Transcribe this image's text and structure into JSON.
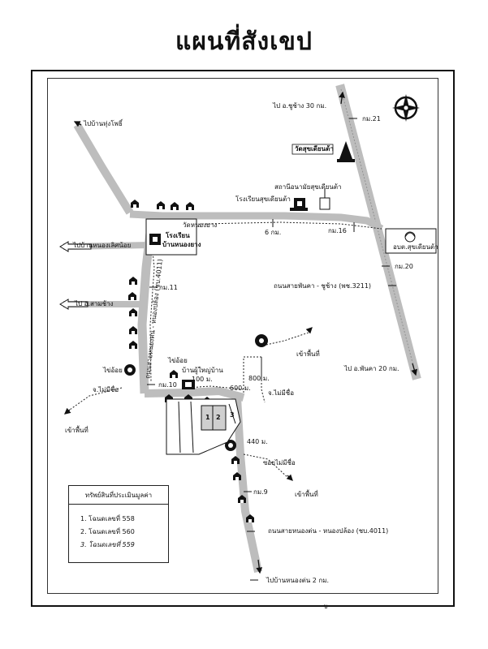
{
  "title": "แผนที่สังเขป",
  "labels": {
    "to_chu_chang": "ไป อ.ชูช้าง 30 กม.",
    "km21": "กม.21",
    "to_ban_thung_pho": "ไปบ้านทุ่งโพธิ์",
    "wat_sukdeetham": "วัดสุขเดียนต้า",
    "health_station": "สถานีอนามัยสุขเดียนต้า",
    "school_sukdeetham": "โรงเรียนสุขเดียนต้า",
    "wat_nong_yang": "วัดหนองยาง",
    "school_nong_yang_1": "โรงเรียน",
    "school_nong_yang_2": "บ้านหนองยาง",
    "dist_6km": "6 กม.",
    "km16": "กม.16",
    "sao_sukdeetham": "อบต.สุขเดียนต้า",
    "to_left_1": "ไปบ้านหนองเลิศน้อย",
    "km20": "กม.20",
    "road_phan_kha": "ถนนสายพันคา - ชูช้าง (พช.3211)",
    "km11": "กม.11",
    "to_sam_chang": "ไป อ.สามช้าง",
    "road_vertical": "ถนนสายหนองต่น - หนองปล้อง (ชบ.4011)",
    "to_phan_kha": "ไป อ.พันคา 20 กม.",
    "to_field_1": "เข้าพื้นที่",
    "khoi_1": "ไข่อ้อย",
    "khoi_2": "ไข่อ้อย",
    "village_head": "บ้านผู้ใหญ่บ้าน",
    "km10": "กม.10",
    "dist_100m": "100 ม.",
    "dist_600m": "600 ม.",
    "dist_800m": "800 ม.",
    "no_name_1": "จ.ไม่มีชื่อ",
    "no_name_2": "จ.ไม่มีชื่อ",
    "no_name_3": "ซอยไม่มีชื่อ",
    "to_field_2": "เข้าพื้นที่",
    "to_field_3": "เข้าพื้นที่",
    "dist_440m": "440 ม.",
    "km9": "กม.9",
    "road_bottom": "ถนนสายหนองต่น - หนองปล้อง (ชบ.4011)",
    "to_ban_nong_ton": "ไปบ้านหนองต่น 2 กม.",
    "plot1": "1",
    "plot2": "2",
    "plot3": "3",
    "bottom_mark": "ข"
  },
  "legend": {
    "heading": "ทรัพย์สินที่ประเมินมูลค่า",
    "items": [
      "1. โฉนดเลขที่ 558",
      "2. โฉนดเลขที่ 560",
      "3. โฉนดเลขที่ 559"
    ]
  },
  "icons": [
    "compass-icon",
    "temple-icon",
    "school-icon",
    "house-icon",
    "arrow-icon",
    "circle-marker-icon"
  ]
}
